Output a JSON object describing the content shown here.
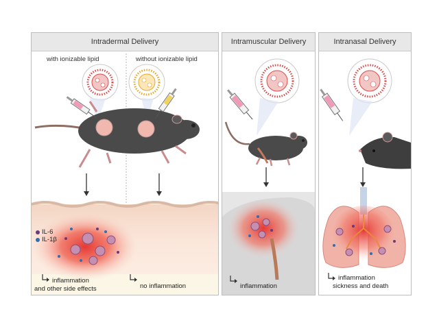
{
  "panels": {
    "intradermal": {
      "title": "Intradermal Delivery",
      "left_label": "with ionizable lipid",
      "right_label": "without ionizable lipid",
      "legend": [
        "IL-6",
        "IL-1β"
      ],
      "left_outcome": [
        "inflammation",
        "and other side effects"
      ],
      "right_outcome": "no inflammation"
    },
    "intramuscular": {
      "title": "Intramuscular Delivery",
      "outcome": "inflammation"
    },
    "intranasal": {
      "title": "Intranasal Delivery",
      "outcome": [
        "inflammation",
        "sickness and death"
      ]
    }
  },
  "colors": {
    "header_bg": "#e8e8e8",
    "inflammation_red": "#e53935",
    "il6_purple": "#6a3a7a",
    "il1b_blue": "#2f6fb0",
    "lnp_red": "#d94a4a",
    "lnp_yellow": "#e6a92e",
    "mouse_dark": "#4a4a4a"
  },
  "icons": [
    "syringe-icon",
    "mouse-icon",
    "lipid-nanoparticle-icon",
    "lungs-icon",
    "down-arrow-icon",
    "elbow-arrow-icon"
  ]
}
